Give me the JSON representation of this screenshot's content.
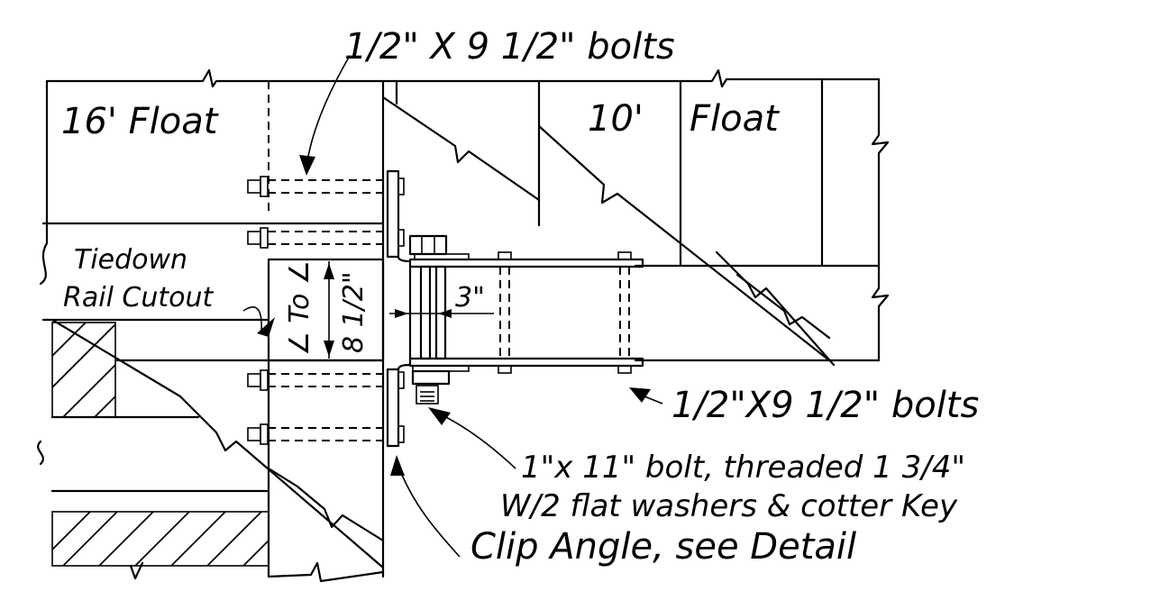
{
  "labels": {
    "top_bolts": "1/2\" X 9 1/2\" bolts",
    "float_16": "16' Float",
    "float_10_num": "10'",
    "float_10_word": "Float",
    "tiedown_1": "Tiedown",
    "tiedown_2": "Rail Cutout",
    "angle_to": "∠ To ∠",
    "dim_8_half": "8 1/2\"",
    "dim_3": "3\"",
    "right_bolts": "1/2\"X9 1/2\" bolts",
    "bolt_note_1": "1\"x 11\" bolt, threaded 1 3/4\"",
    "bolt_note_2": "W/2 flat washers & cotter Key",
    "clip_angle": "Clip Angle, see Detail"
  }
}
